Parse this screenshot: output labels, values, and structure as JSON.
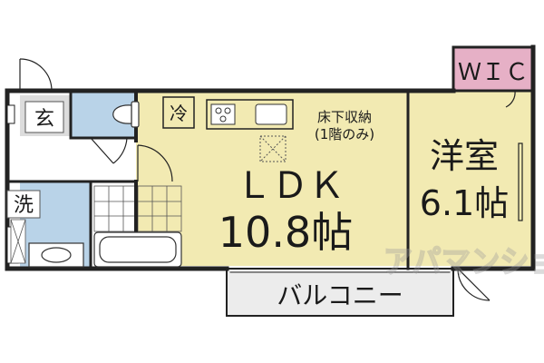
{
  "rooms": {
    "ldk": {
      "name": "ＬＤＫ",
      "size": "10.8帖"
    },
    "western": {
      "name": "洋室",
      "size": "6.1帖"
    },
    "wic": {
      "label": "ＷＩＣ"
    },
    "entrance": {
      "label": "玄"
    },
    "washroom": {
      "label": "洗"
    },
    "fridge": {
      "label": "冷"
    },
    "balcony": {
      "label": "バルコニー"
    }
  },
  "storage_note": {
    "line1": "床下収納",
    "line2": "(1階のみ)"
  },
  "watermark": {
    "brand": "アパマンショップ"
  },
  "colors": {
    "wall": "#222222",
    "ldk_floor": "#f2eab2",
    "wet_floor": "#b9d3e8",
    "wic_floor": "#e6b0c6",
    "balcony_floor": "#ececec",
    "tile": "#ffffff"
  }
}
